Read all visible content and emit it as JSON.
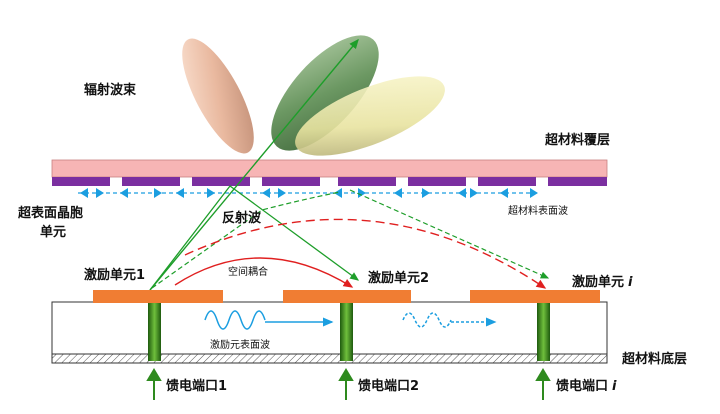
{
  "labels": {
    "radiation_beam": "辐射波束",
    "meta_cover_layer": "超材料覆层",
    "super_surface_cell": "超表面晶胞",
    "super_surface_cell_line2": "单元",
    "reflected_wave": "反射波",
    "meta_surface_wave": "超材料表面波",
    "spatial_coupling": "空间耦合",
    "excitation_unit_1": "激励单元1",
    "excitation_unit_2": "激励单元2",
    "excitation_unit_i": "激励单元",
    "excitation_surface_wave": "激励元表面波",
    "meta_substrate_layer": "超材料底层",
    "feed_port_1": "馈电端口1",
    "feed_port_2": "馈电端口2",
    "feed_port_i": "馈电端口",
    "index_i": "i"
  },
  "colors": {
    "cover_layer": "#f7b5b5",
    "surface_cells": "#7b2fa0",
    "excitation_patch": "#f07d33",
    "feed_pin": "#3e8a1a",
    "surface_wave_arrow": "#1b9ee0",
    "spatial_coupling_arrow": "#e02020",
    "green_arrow": "#1e9e2a",
    "beam_pink": "#e8b59a",
    "beam_green": "#5f8f55",
    "beam_yellow": "#e8e3a0"
  }
}
